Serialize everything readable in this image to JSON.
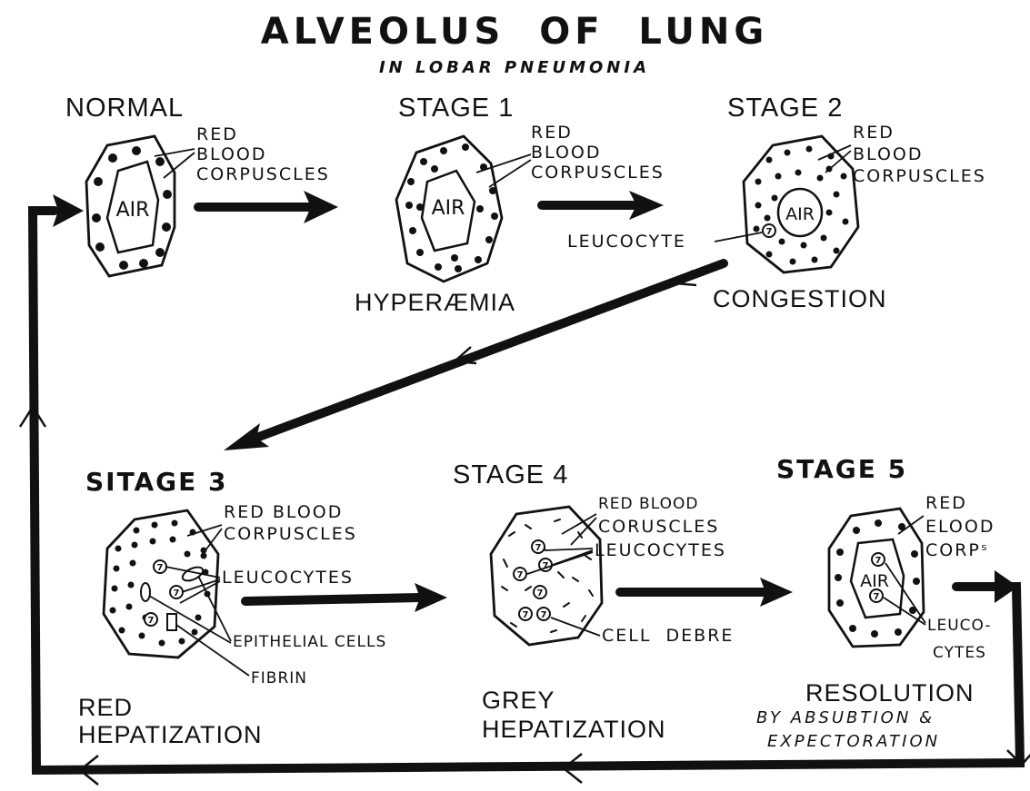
{
  "title": "ALVEOLUS  OF  LUNG",
  "subtitle": "IN LOBAR PNEUMONIA",
  "stages": {
    "normal": {
      "heading": "NORMAL",
      "air": "AIR",
      "rbc_label": [
        "RED",
        "BLOOD",
        "CORPUSCLES"
      ]
    },
    "stage1": {
      "heading": "STAGE 1",
      "air": "AIR",
      "rbc_label": [
        "RED",
        "BLOOD",
        "CORPUSCLES"
      ],
      "name": "HYPERÆMIA"
    },
    "stage2": {
      "heading": "STAGE  2",
      "air": "AIR",
      "rbc_label": [
        "RED",
        "BLOOD",
        "CORPUSCLES"
      ],
      "leucocyte_label": "LEUCOCYTE",
      "name": "CONGESTION"
    },
    "stage3": {
      "heading": "SITAGE  3",
      "rbc_label": [
        "RED BLOOD",
        "CORPUSCLES"
      ],
      "leucocytes_label": "LEUCOCYTES",
      "epithelial_label": "EPITHELIAL CELLS",
      "fibrin_label": "FIBRIN",
      "name": [
        "RED",
        "HEPATIZATION"
      ]
    },
    "stage4": {
      "heading": "STAGE  4",
      "rbc_label": [
        "RED BLOOD",
        "CORUSCLES"
      ],
      "leucocytes_label": "LEUCOCYTES",
      "debris_label": "CELL  DEBRE",
      "name": [
        "GREY",
        "HEPATIZATION"
      ]
    },
    "stage5": {
      "heading": "STAGE  5",
      "air": "AIR",
      "rbc_label": [
        "RED",
        "ELOOD",
        "CORPˢ"
      ],
      "leucocytes_label": [
        "LEUCO-",
        "CYTES"
      ],
      "name": "RESOLUTION",
      "name_sub": [
        "BY ABSUBTION &",
        "EXPECTORATION"
      ]
    }
  }
}
